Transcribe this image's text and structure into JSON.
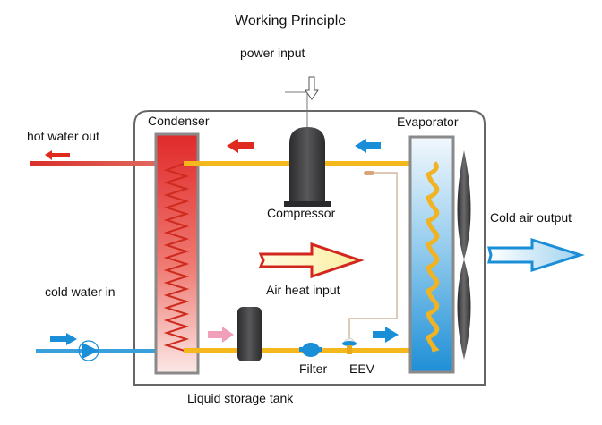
{
  "title": "Working Principle",
  "labels": {
    "power_input": "power input",
    "condenser": "Condenser",
    "evaporator": "Evaporator",
    "hot_water_out": "hot water out",
    "cold_water_in": "cold water in",
    "compressor": "Compressor",
    "air_heat_input": "Air heat input",
    "cold_air_output": "Cold air output",
    "filter": "Filter",
    "eev": "EEV",
    "liquid_storage_tank": "Liquid storage tank"
  },
  "colors": {
    "refrigerant_pipe": "#f5b81c",
    "hot_water": "#d9342b",
    "cold_water": "#3aa0dc",
    "flow_arrow_red": "#e0291f",
    "flow_arrow_blue": "#1a8fd8",
    "flow_arrow_pink": "#f0a0b8",
    "compressor": "#3a3a3c",
    "housing_border": "#666666",
    "capillary": "#d8a47a"
  }
}
